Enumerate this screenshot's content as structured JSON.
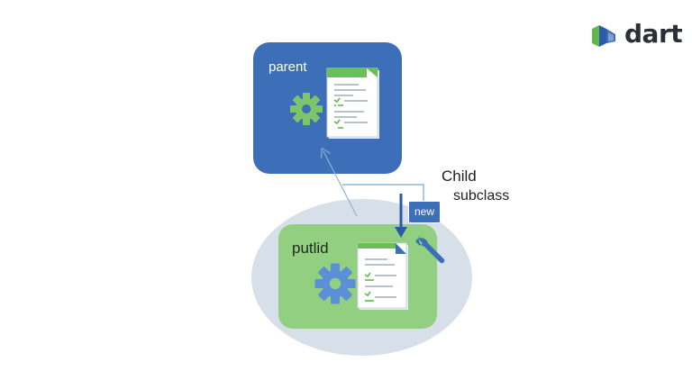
{
  "brand": {
    "name": "dart"
  },
  "diagram": {
    "parent": {
      "label": "parent"
    },
    "child": {
      "label": "putlid"
    },
    "annotation": {
      "title": "Child",
      "subtitle": "subclass"
    },
    "badge": {
      "label": "new"
    }
  },
  "colors": {
    "parent_box": "#3c6fb7",
    "child_box": "#93cf80",
    "ellipse": "#d7dfe9",
    "code_green": "#5fb84a",
    "wrench": "#3c6fb7"
  },
  "icons": [
    "gear-icon",
    "document-icon",
    "wrench-icon",
    "arrow-down-icon",
    "dart-logo-icon"
  ]
}
